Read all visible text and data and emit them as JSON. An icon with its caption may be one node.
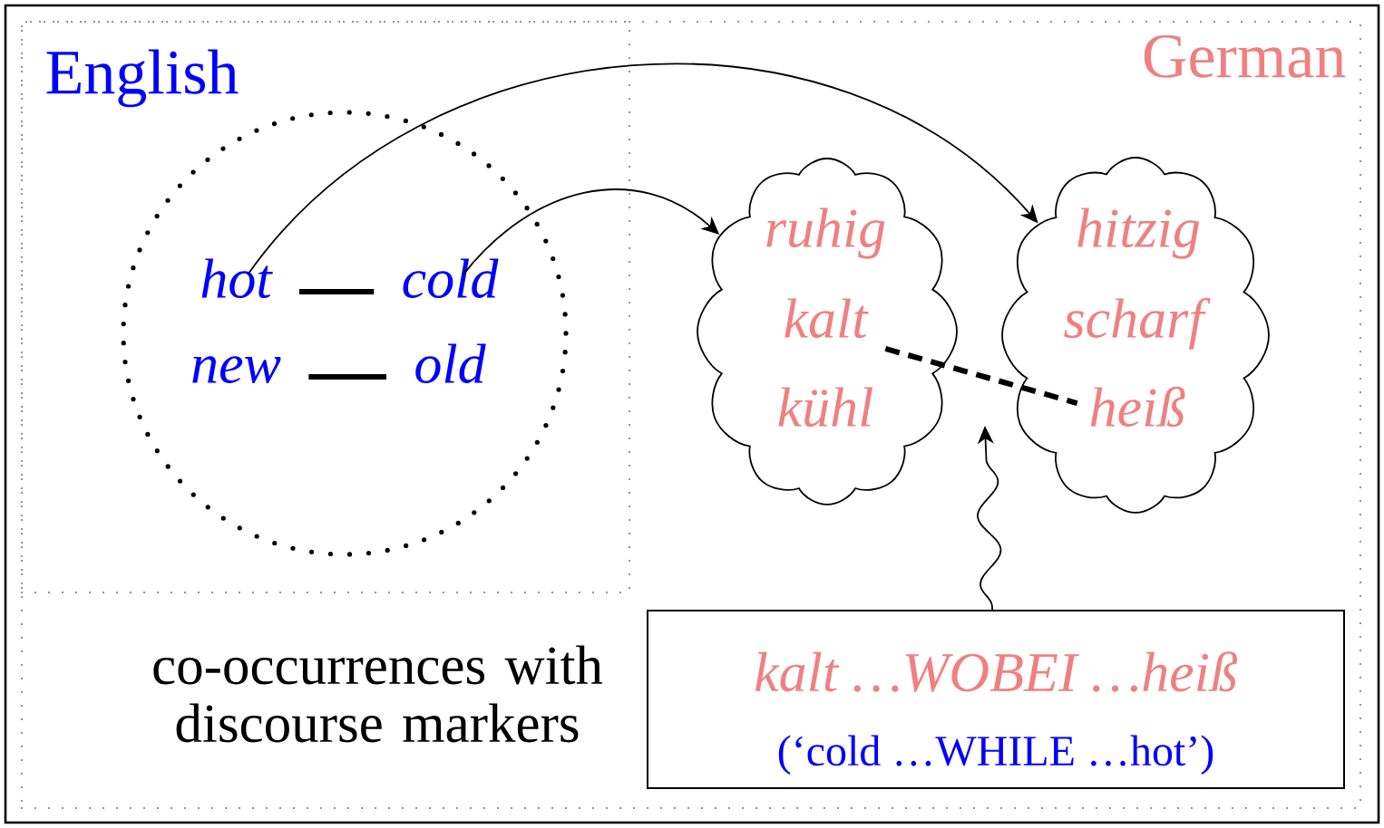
{
  "diagram": {
    "nodes": [
      {
        "text": [
          "German"
        ]
      },
      {
        "text": [
          "English"
        ],
        "in": 0
      },
      {
        "text": [],
        "shape": "circle",
        "in": 1
      },
      {
        "text": [
          "hot"
        ],
        "in": 2
      },
      {
        "text": [
          "cold"
        ],
        "in": 2
      },
      {
        "text": [
          "new"
        ],
        "in": 2
      },
      {
        "text": [
          "old"
        ],
        "in": 2
      },
      {
        "text": [],
        "shape": "cloud",
        "in": 0
      },
      {
        "text": [
          "ruhig"
        ],
        "in": 7
      },
      {
        "text": [
          "kalt"
        ],
        "in": 7
      },
      {
        "text": [
          "kühl"
        ],
        "in": 7
      },
      {
        "text": [],
        "shape": "cloud",
        "in": 0
      },
      {
        "text": [
          "hitzig"
        ],
        "in": 11
      },
      {
        "text": [
          "scharf"
        ],
        "in": 11
      },
      {
        "text": [
          "heiß"
        ],
        "in": 11
      },
      {
        "text": [
          "kalt …WOBEI …heiß",
          "(‘cold …WHILE …hot’)"
        ],
        "in": 0,
        "beside": [
          "co-occurrences with discourse markers"
        ]
      }
    ],
    "edges": [
      {
        "from": 3,
        "to": 11,
        "arrow": "to"
      },
      {
        "from": 4,
        "to": 7,
        "arrow": "to"
      },
      {
        "from": 3,
        "to": 4,
        "arrow": "none",
        "style": "thick"
      },
      {
        "from": 5,
        "to": 6,
        "arrow": "none",
        "style": "thick"
      },
      {
        "from": 9,
        "to": 14,
        "arrow": "none",
        "style": "dashed"
      },
      {
        "from": 15,
        "to": null,
        "arrow": "to"
      }
    ]
  }
}
